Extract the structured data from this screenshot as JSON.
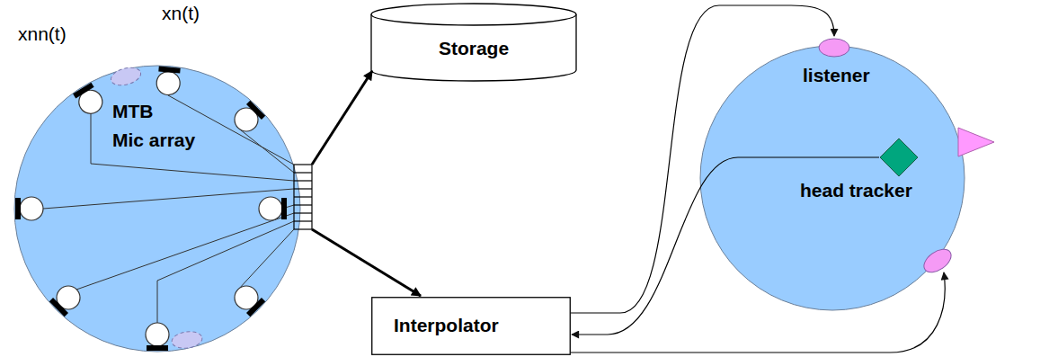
{
  "diagram": {
    "nodes": [
      {
        "text": [
          "MTB",
          "Mic array"
        ]
      },
      {
        "text": [
          "Storage"
        ]
      },
      {
        "text": [
          "Interpolator"
        ]
      },
      {
        "text": [
          "listener"
        ]
      },
      {
        "text": [
          "head tracker"
        ],
        "in": 3
      }
    ],
    "edges": [
      {
        "from": 0,
        "to": 1,
        "arrow": "to"
      },
      {
        "from": 0,
        "to": 2,
        "arrow": "to"
      },
      {
        "from": 2,
        "to": 3,
        "arrow": "to"
      },
      {
        "from": 2,
        "to": 3,
        "arrow": "to"
      },
      {
        "from": 4,
        "to": 2,
        "arrow": "to"
      }
    ],
    "labels": [
      "xn(t)",
      "xnn(t)"
    ]
  }
}
